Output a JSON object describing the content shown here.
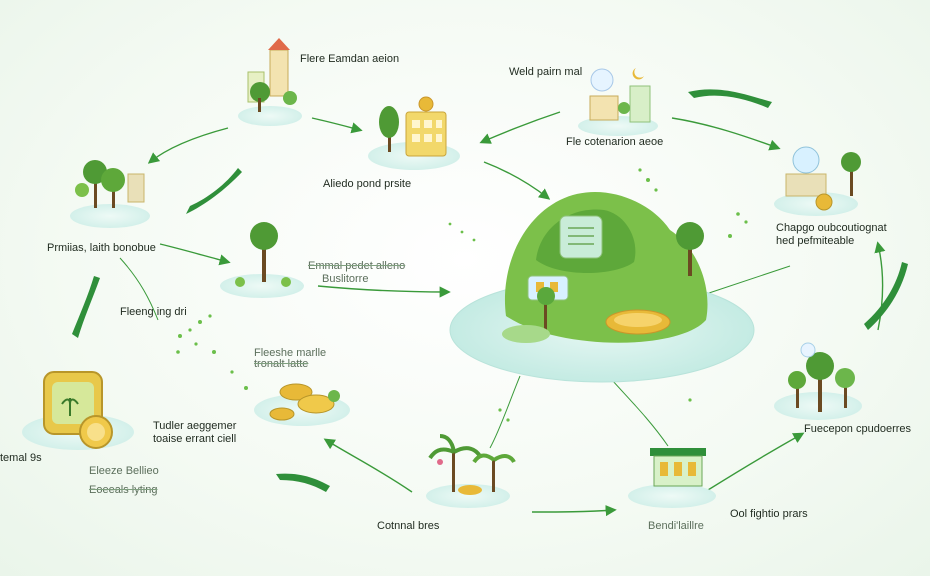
{
  "labels": {
    "top_center_left": "Flere Eamdan aeion",
    "top_center_right": "Weld pairn mal",
    "mid_top_left": "Aliedo pond prsite",
    "mid_top_right": "Fle cotenarion aeoe",
    "left_upper": "Prmiias, laith bonobue",
    "right_upper_1": "Chapgo oubcoutiognat",
    "right_upper_2": "hed pefmiteable",
    "center_small_1": "Emmal pedet alleno",
    "center_small_2": "Buslitorre",
    "left_mid": "Fleeng ing dri",
    "center_left_1": "Fleeshe marlle",
    "center_left_2": "tronalt latte",
    "center_left_3": "Tudler aeggemer",
    "center_left_4": "toaise errant ciell",
    "far_left": "temal 9s",
    "left_bottom_1": "Eleeze Bellieo",
    "left_bottom_2": "Eoeeals lyting",
    "bottom_center": "Cotnnal bres",
    "bottom_center_right": "Bendi'laillre",
    "bottom_right_1": "Ool fightio prars",
    "right_lower": "Fuecepon cpudoerres"
  },
  "colors": {
    "accent_green": "#3b9a2e",
    "arrow_green": "#2f8f3a",
    "water": "#cfeee8",
    "island": "#7cc04a",
    "gold": "#e8b938"
  },
  "icons": [
    "castle-garden-icon",
    "golden-tablet-icon",
    "tree-garden-icon",
    "single-tree-icon",
    "pond-island-icon",
    "golden-panel-icon",
    "golden-coins-icon",
    "palm-pond-icon",
    "market-stall-icon",
    "forest-grove-icon",
    "bubble-garden-icon",
    "moon-tower-icon"
  ]
}
